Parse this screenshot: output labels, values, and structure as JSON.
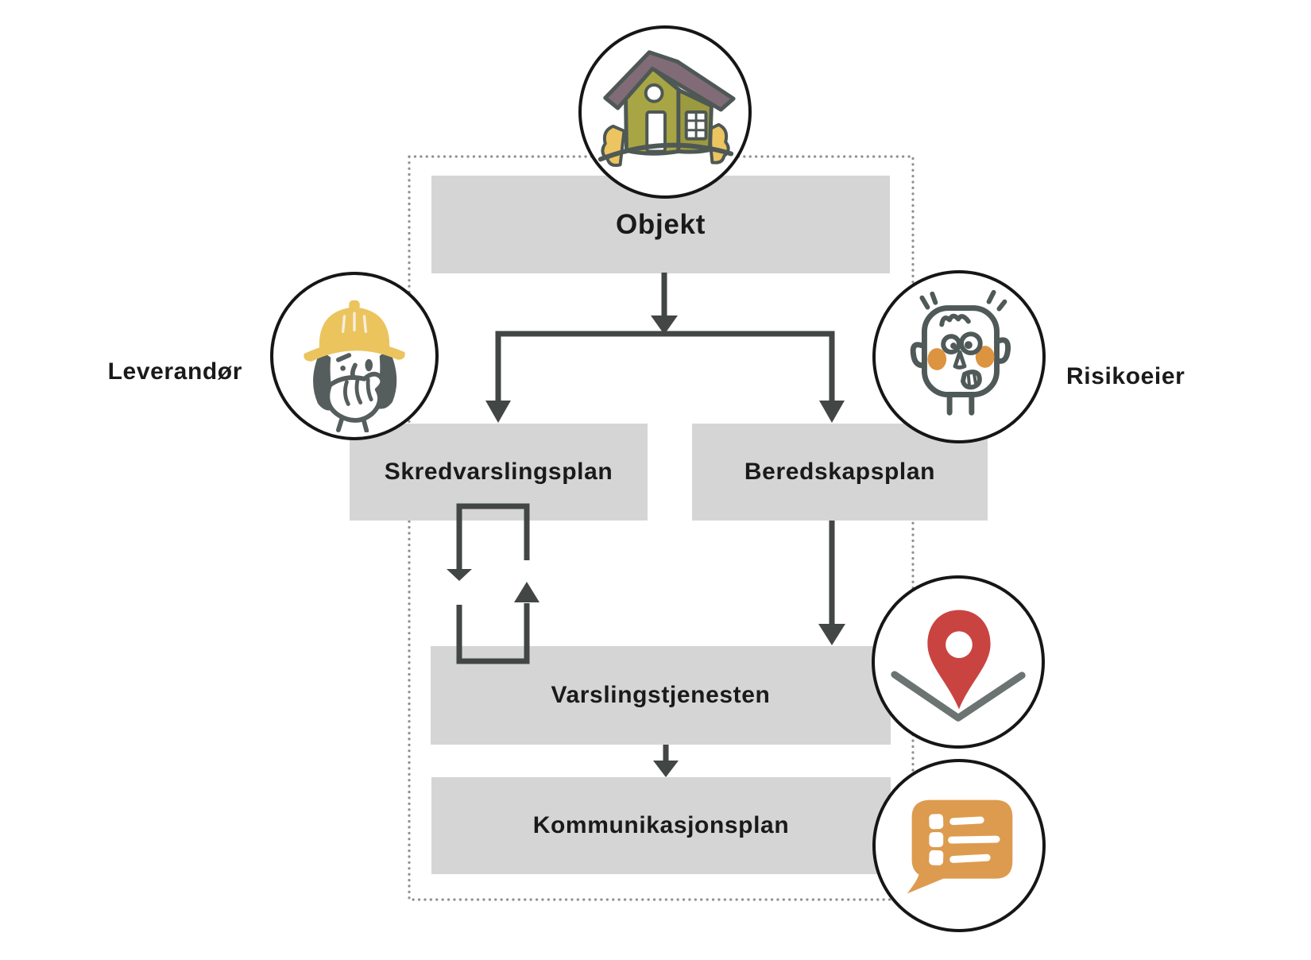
{
  "figure": {
    "title": "",
    "nodes": {
      "objekt": {
        "label": "Objekt"
      },
      "skredvarslingsplan": {
        "label": "Skredvarslingsplan"
      },
      "beredskapsplan": {
        "label": "Beredskapsplan"
      },
      "varslingstjenesten": {
        "label": "Varslingstjenesten"
      },
      "kommunikasjonsplan": {
        "label": "Kommunikasjonsplan"
      }
    },
    "actors": {
      "leverandor": {
        "label": "Leverandør",
        "side": "left",
        "icon": "construction-worker-icon"
      },
      "risikoeier": {
        "label": "Risikoeier",
        "side": "right",
        "icon": "worried-face-icon"
      }
    },
    "icons": [
      "house-icon",
      "construction-worker-icon",
      "worried-face-icon",
      "map-pin-icon",
      "speech-bubble-list-icon"
    ],
    "edges": [
      {
        "from": "objekt",
        "to": "skredvarslingsplan",
        "type": "arrow"
      },
      {
        "from": "objekt",
        "to": "beredskapsplan",
        "type": "arrow"
      },
      {
        "from": "skredvarslingsplan",
        "to": "varslingstjenesten",
        "type": "loop-arrow-down"
      },
      {
        "from": "varslingstjenesten",
        "to": "skredvarslingsplan",
        "type": "loop-arrow-up"
      },
      {
        "from": "beredskapsplan",
        "to": "varslingstjenesten",
        "type": "arrow"
      },
      {
        "from": "varslingstjenesten",
        "to": "kommunikasjonsplan",
        "type": "arrow"
      }
    ],
    "dotted_frame_encloses": [
      "objekt",
      "skredvarslingsplan",
      "beredskapsplan",
      "varslingstjenesten",
      "kommunikasjonsplan"
    ],
    "colors": {
      "node_fill": "#d5d5d5",
      "arrow": "#424645",
      "text": "#1a1a1a",
      "dotted_border": "#909090",
      "circle_stroke": "#161616",
      "helmet_yellow": "#ecc45e",
      "icon_gray": "#555e5c",
      "cheek_orange": "#dd9440",
      "pin_red": "#c94441",
      "bubble_orange": "#dd9b4f",
      "house_green": "#a8a544",
      "roof_mauve": "#806b77",
      "bush_yellow": "#ecc460"
    }
  }
}
